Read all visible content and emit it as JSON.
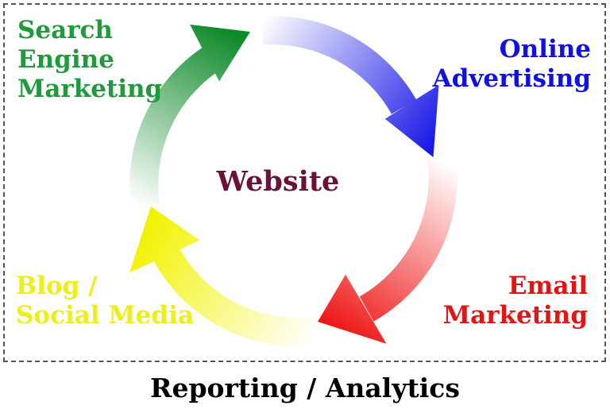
{
  "diagram": {
    "center": {
      "text": "Website",
      "color": "#6b1038"
    },
    "stages": [
      {
        "text": "Search\nEngine\nMarketing",
        "color": "#1f9a3c",
        "arrow_color": "#0f8a2a"
      },
      {
        "text": "Online\nAdvertising",
        "color": "#1010e0",
        "arrow_color": "#1818e6"
      },
      {
        "text": "Email\nMarketing",
        "color": "#e01616",
        "arrow_color": "#ee1010"
      },
      {
        "text": "Blog /\nSocial Media",
        "color": "#eeee18",
        "arrow_color": "#f2f200"
      }
    ],
    "footer": "Reporting / Analytics"
  }
}
